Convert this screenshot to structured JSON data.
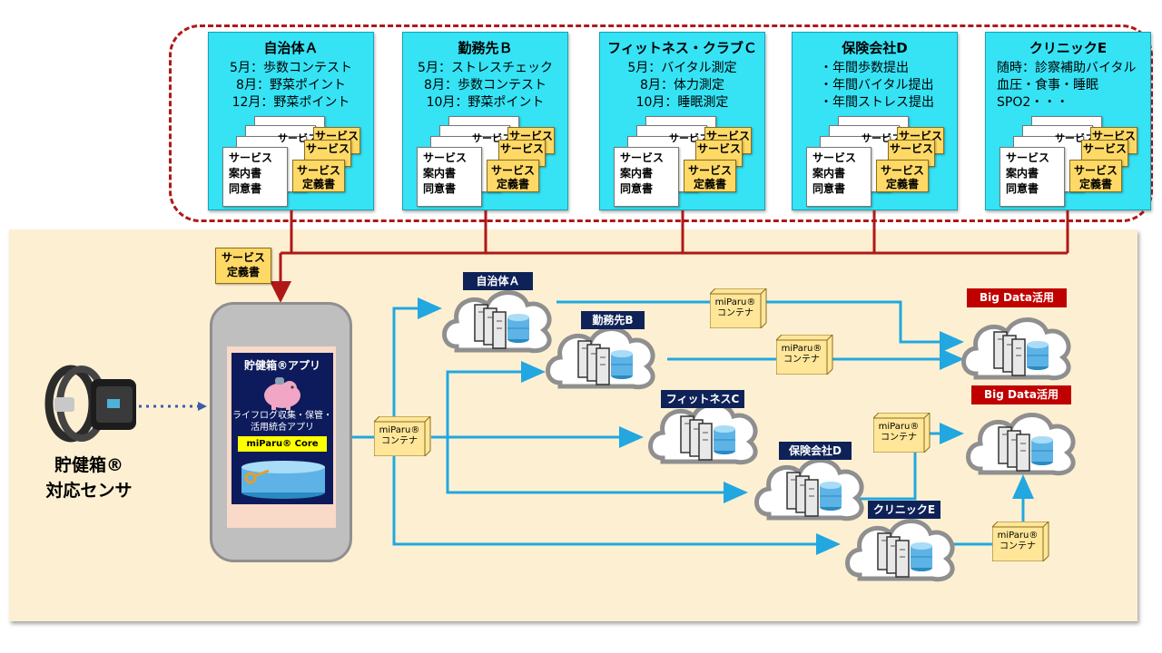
{
  "orgs": [
    {
      "title": "自治体Ａ",
      "lines": [
        "5月：歩数コンテスト",
        "8月：野菜ポイント",
        "12月：野菜ポイント"
      ]
    },
    {
      "title": "勤務先Ｂ",
      "lines": [
        "5月：ストレスチェック",
        "8月：歩数コンテスト",
        "10月：野菜ポイント"
      ]
    },
    {
      "title": "フィットネス・クラブＣ",
      "lines": [
        "5月：バイタル測定",
        "8月：体力測定",
        "10月：睡眠測定"
      ]
    },
    {
      "title": "保険会社D",
      "lines": [
        "・年間歩数提出",
        "・年間バイタル提出",
        "・年間ストレス提出"
      ]
    },
    {
      "title": "クリニックE",
      "lines": [
        "随時：診察補助バイタル",
        "血圧・食事・睡眠",
        "SPO2・・・"
      ]
    }
  ],
  "docs": {
    "white_doc": "サービス\n案内書\n同意書",
    "white_back": "サービス",
    "yellow_back": "サービス",
    "yellow_front": "サービス\n定義書"
  },
  "service_def_label": "サービス\n定義書",
  "app": {
    "title": "貯健箱®アプリ",
    "description": "ライフログ収集・保管・\n活用統合アプリ",
    "core_label": "miParu®  Core"
  },
  "sensor_label": "貯健箱®\n対応センサ",
  "container_label": "miParu®\nコンテナ",
  "clouds": [
    {
      "label": "自治体Ａ"
    },
    {
      "label": "勤務先B"
    },
    {
      "label": "フィットネスC"
    },
    {
      "label": "保険会社D"
    },
    {
      "label": "クリニックE"
    }
  ],
  "bigdata_label": "Big Data活用",
  "colors": {
    "line": "#b01818",
    "arrow": "#22a7e0",
    "box": "#35e3f5",
    "navy": "#0f2257",
    "red": "#c00000"
  }
}
